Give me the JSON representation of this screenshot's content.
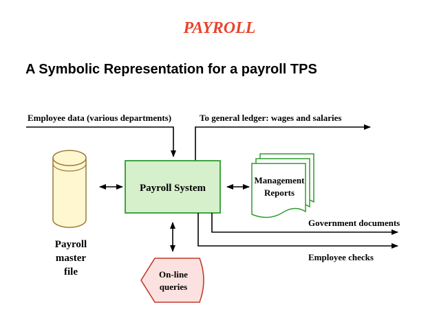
{
  "title": "PAYROLL",
  "subtitle": "A Symbolic Representation for a payroll TPS",
  "colors": {
    "title": "#e8452c",
    "box_fill": "#d6f0cc",
    "box_stroke": "#2e9a2e",
    "db_fill": "#fff7cf",
    "db_stroke": "#9a7a3a",
    "query_fill": "#fbe2e0",
    "query_stroke": "#c0392b"
  },
  "diagram": {
    "employee_data_label": "Employee data (various departments)",
    "general_ledger_label": "To general ledger: wages and salaries",
    "payroll_system_label": "Payroll System",
    "management_reports": [
      "Management",
      "Reports"
    ],
    "government_documents_label": "Government documents",
    "employee_checks_label": "Employee checks",
    "master_file": [
      "Payroll",
      "master",
      "file"
    ],
    "online_queries": [
      "On-line",
      "queries"
    ]
  }
}
